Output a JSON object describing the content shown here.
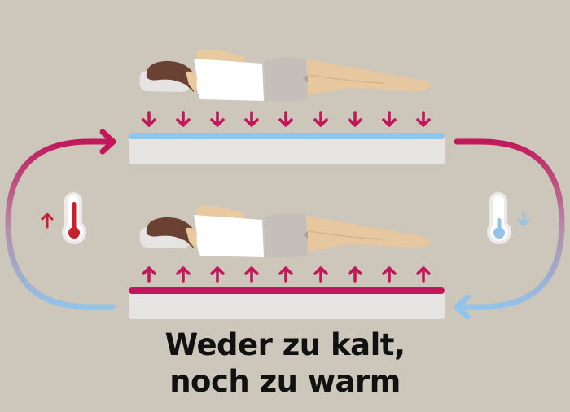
{
  "caption": {
    "line1": "Weder zu kalt,",
    "line2": "noch zu warm"
  },
  "colors": {
    "background": "#cdc6bb",
    "warm": "#c2185b",
    "warm_thermo": "#c8202e",
    "cool": "#92c3e9",
    "mattress": "#e6e3e3",
    "text": "#111111"
  },
  "panels": [
    {
      "id": "top",
      "state": "cooling",
      "arrow_direction": "down",
      "arrow_count": 9,
      "surface_color": "cool"
    },
    {
      "id": "bottom",
      "state": "warming",
      "arrow_direction": "up",
      "arrow_count": 9,
      "surface_color": "warm"
    }
  ],
  "indicators": {
    "left": {
      "icon": "thermometer-hot-icon",
      "trend": "up"
    },
    "right": {
      "icon": "thermometer-cold-icon",
      "trend": "down"
    }
  },
  "cycle": {
    "left_arc": "bottom-to-top",
    "right_arc": "top-to-bottom"
  }
}
